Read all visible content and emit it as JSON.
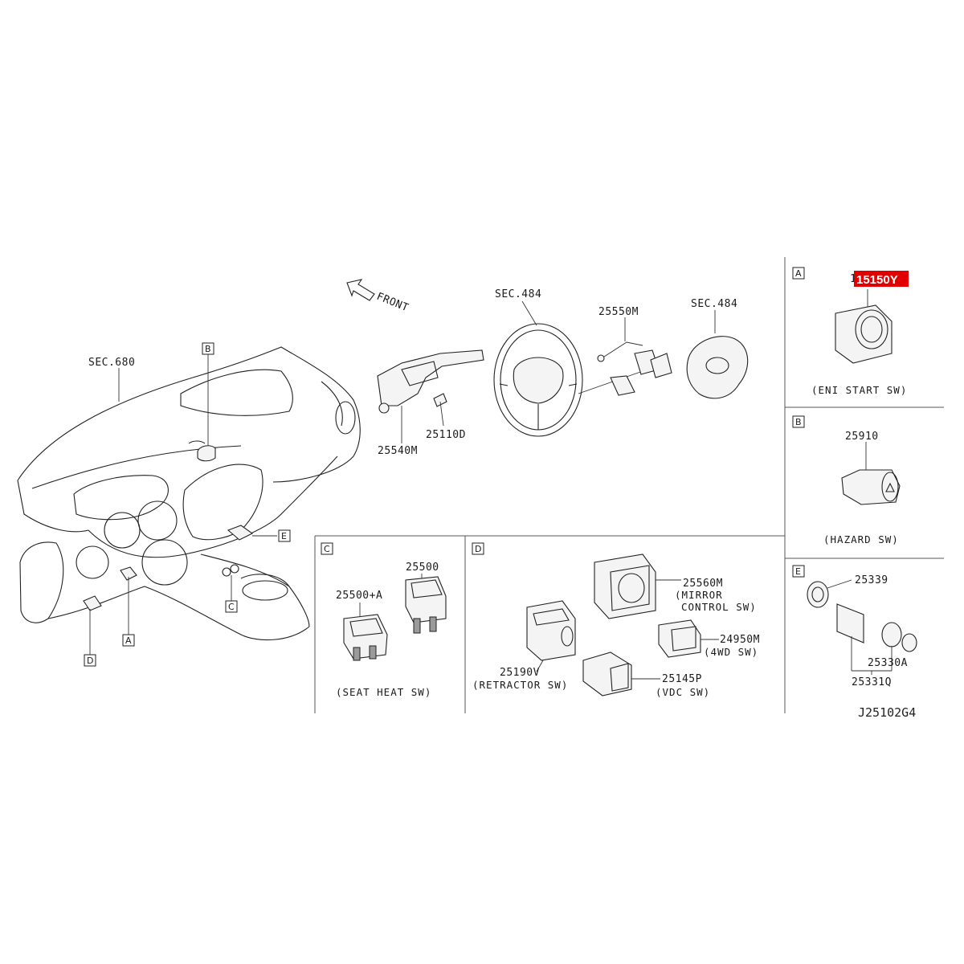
{
  "front_label": "FRONT",
  "sections": {
    "sec_680": "SEC.680",
    "sec_484_a": "SEC.484",
    "sec_484_b": "SEC.484"
  },
  "parts": {
    "p25540m": "25540M",
    "p25110d": "25110D",
    "p25550m": "25550M",
    "p15150y": "15150Y",
    "p15150y_prefix": "1",
    "p25910": "25910",
    "p25339": "25339",
    "p25330a": "25330A",
    "p25331q": "25331Q",
    "p25500a": "25500+A",
    "p25500": "25500",
    "p25560m": "25560M",
    "p24950m": "24950M",
    "p25190v": "25190V",
    "p25145p": "25145P"
  },
  "captions": {
    "a": "(ENI START SW)",
    "b": "(HAZARD SW)",
    "c": "(SEAT HEAT SW)",
    "mirror_1": "(MIRROR",
    "mirror_2": "CONTROL SW)",
    "awd": "(4WD SW)",
    "retractor": "(RETRACTOR SW)",
    "vdc": "(VDC SW)"
  },
  "callouts": {
    "a": "A",
    "b": "B",
    "c": "C",
    "d": "D",
    "e": "E"
  },
  "panel_letters": {
    "a": "A",
    "b": "B",
    "c": "C",
    "d": "D",
    "e": "E"
  },
  "diagram_code": "J25102G4",
  "colors": {
    "highlight": "#e00000",
    "ink": "#222222"
  }
}
